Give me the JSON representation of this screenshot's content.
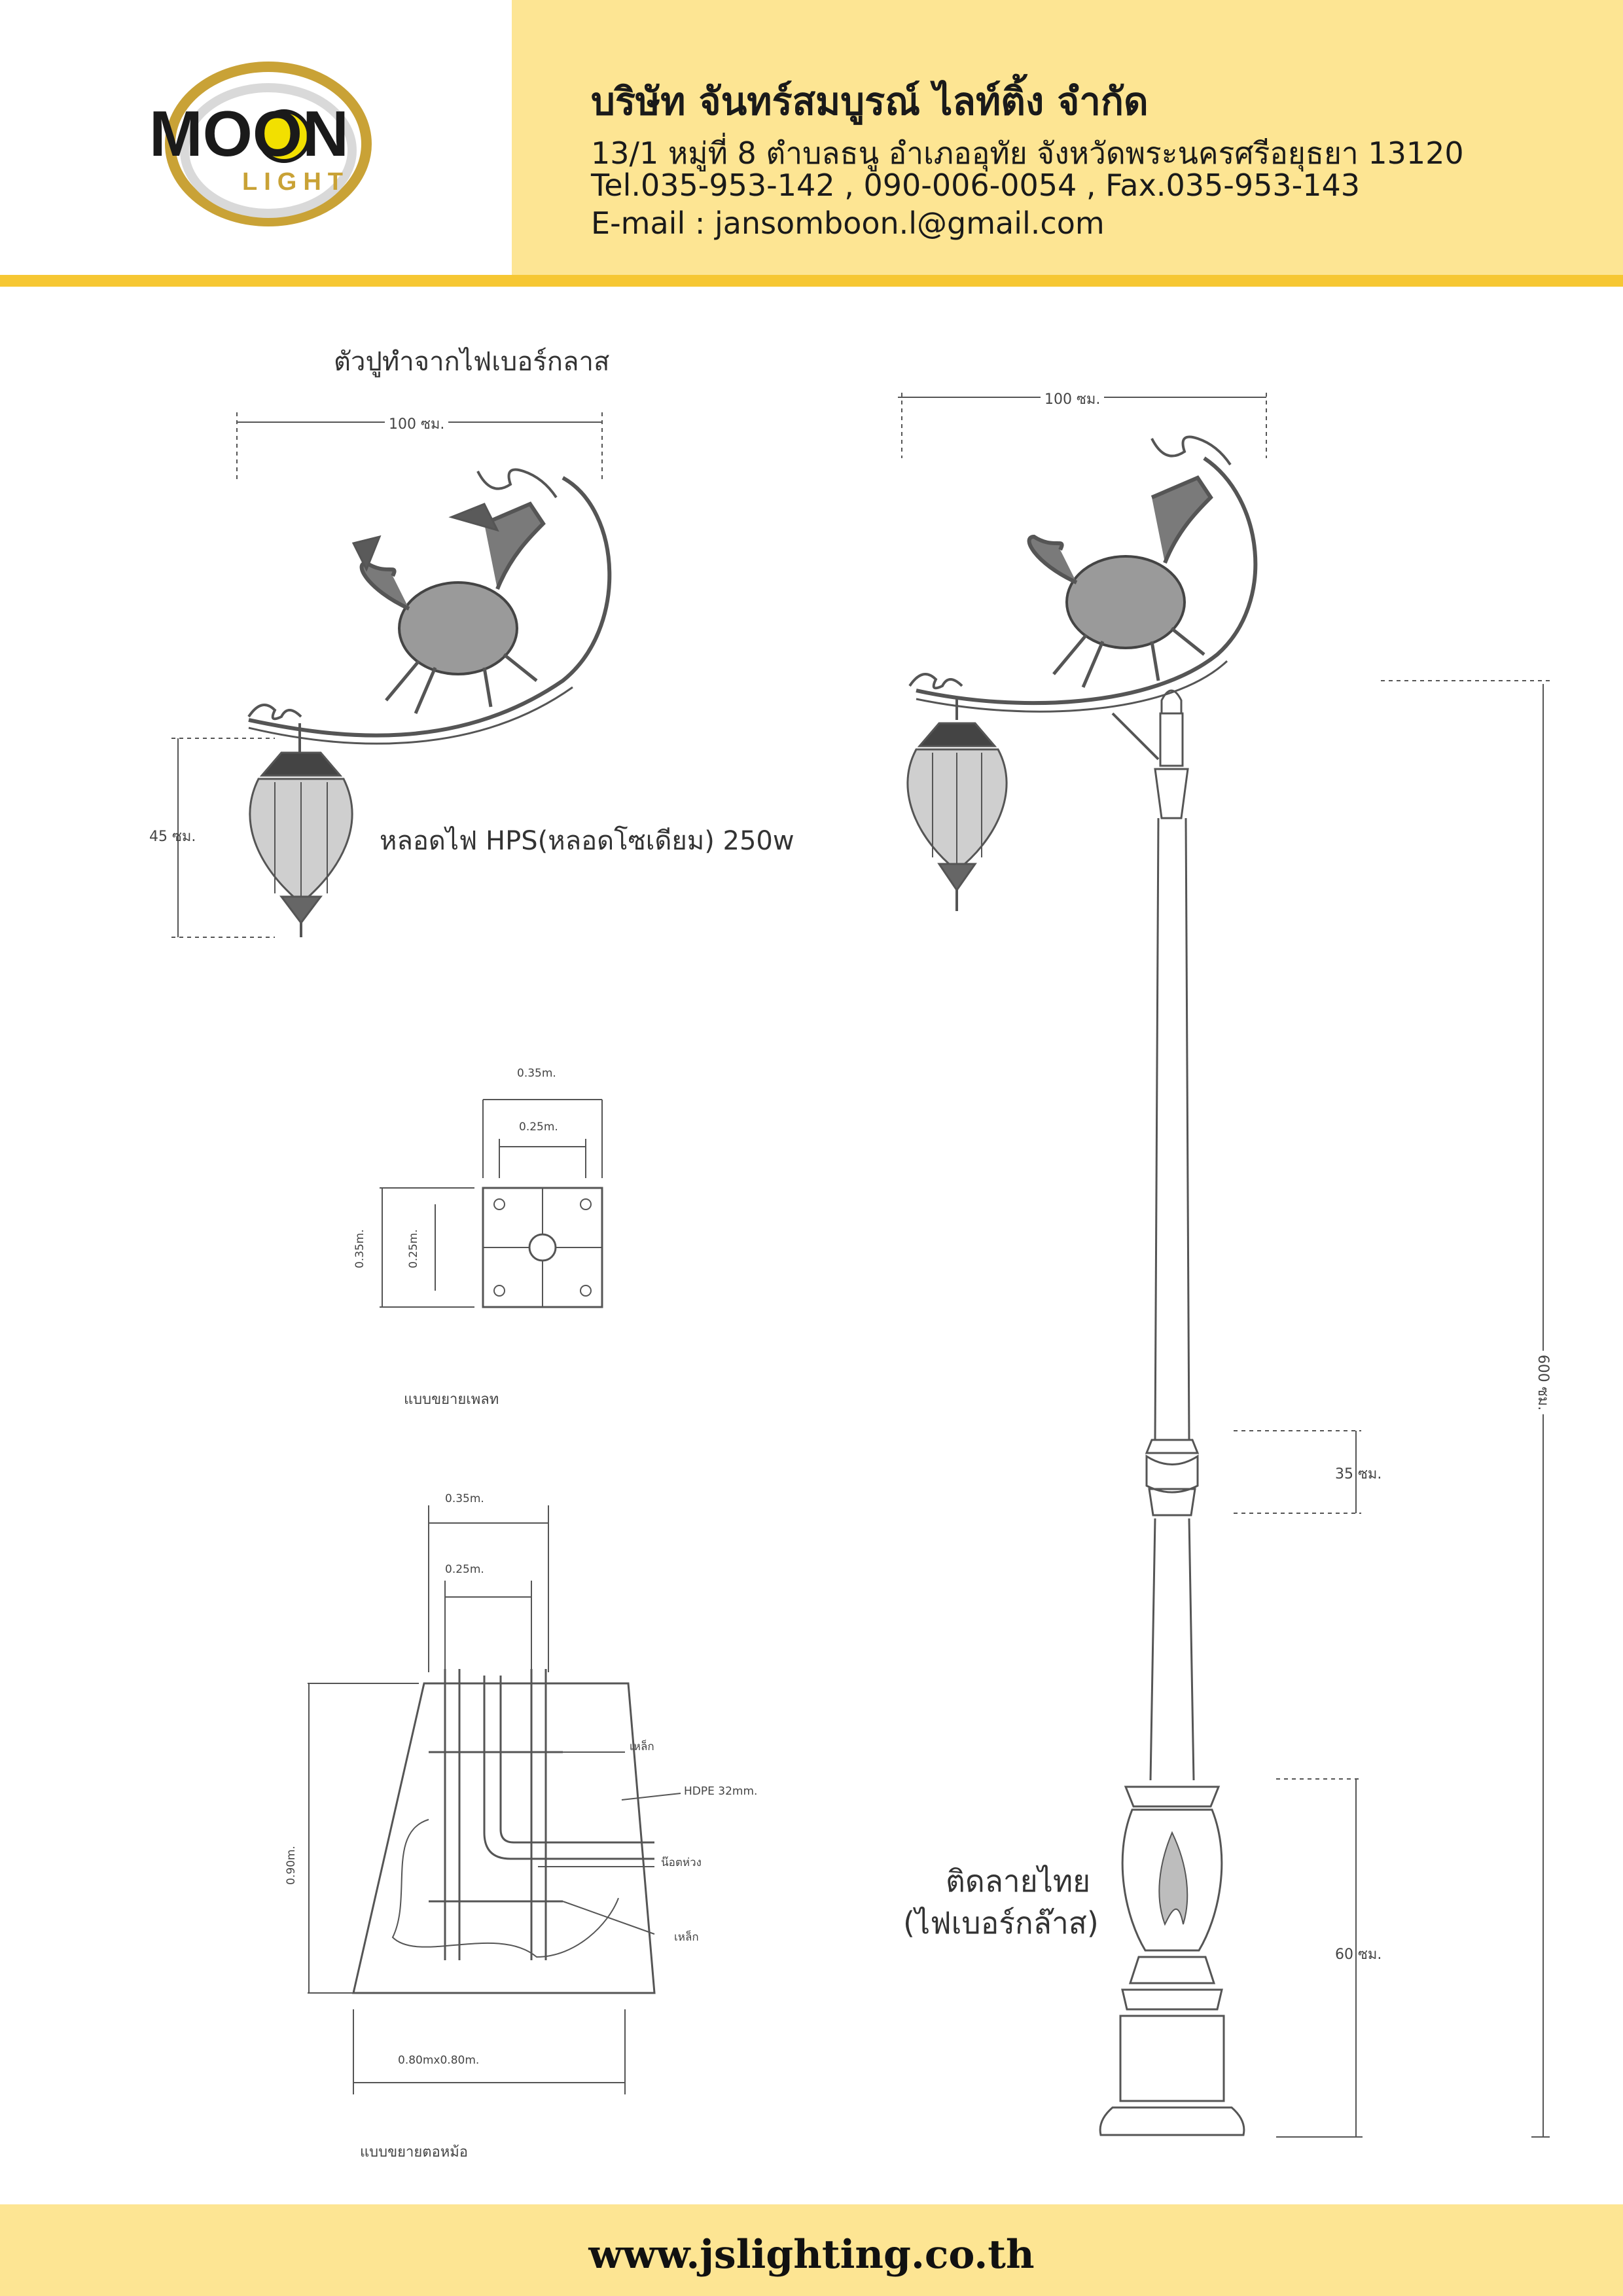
{
  "header": {
    "company_name": "บริษัท จันทร์สมบูรณ์ ไลท์ติ้ง จำกัด",
    "address": "13/1 หมู่ที่ 8 ตำบลธนู อำเภออุทัย จังหวัดพระนครศรีอยุธยา 13120",
    "phone": "Tel.035-953-142 , 090-006-0054 , Fax.035-953-143",
    "email": "E-mail : jansomboon.l@gmail.com"
  },
  "logo": {
    "top": "MOON",
    "bottom": "LIGHT"
  },
  "lamp_detail": {
    "title": "ตัวปูทำจากไฟเบอร์กลาส",
    "width_dim": "100 ซม.",
    "height_dim": "45 ซม.",
    "bulb_label": "หลอดไฟ HPS(หลอดโซเดียม) 250w"
  },
  "pole": {
    "width_dim": "100 ซม.",
    "total_height": "600 ซม.",
    "collar_height": "35 ซม.",
    "base_height": "60 ซม.",
    "base_label_1": "ติดลายไทย",
    "base_label_2": "(ไฟเบอร์กล๊าส)"
  },
  "plate": {
    "outer_w": "0.35m.",
    "inner_w": "0.25m.",
    "outer_h": "0.35m.",
    "inner_h": "0.25m.",
    "caption": "แบบขยายเพลท"
  },
  "foundation": {
    "outer_w": "0.35m.",
    "inner_w": "0.25m.",
    "height": "0.90m.",
    "base": "0.80mx0.80m.",
    "note_steel_1": "เหล็ก",
    "note_hdpe": "HDPE 32mm.",
    "note_nut": "น๊อตห่วง",
    "note_steel_2": "เหล็ก",
    "caption": "แบบขยายตอหม้อ"
  },
  "colors": {
    "band": "#fde593",
    "rule": "#f6c733",
    "logo_gold": "#c9a236",
    "logo_yellow": "#f2e000"
  },
  "footer": {
    "url": "www.jslighting.co.th"
  }
}
